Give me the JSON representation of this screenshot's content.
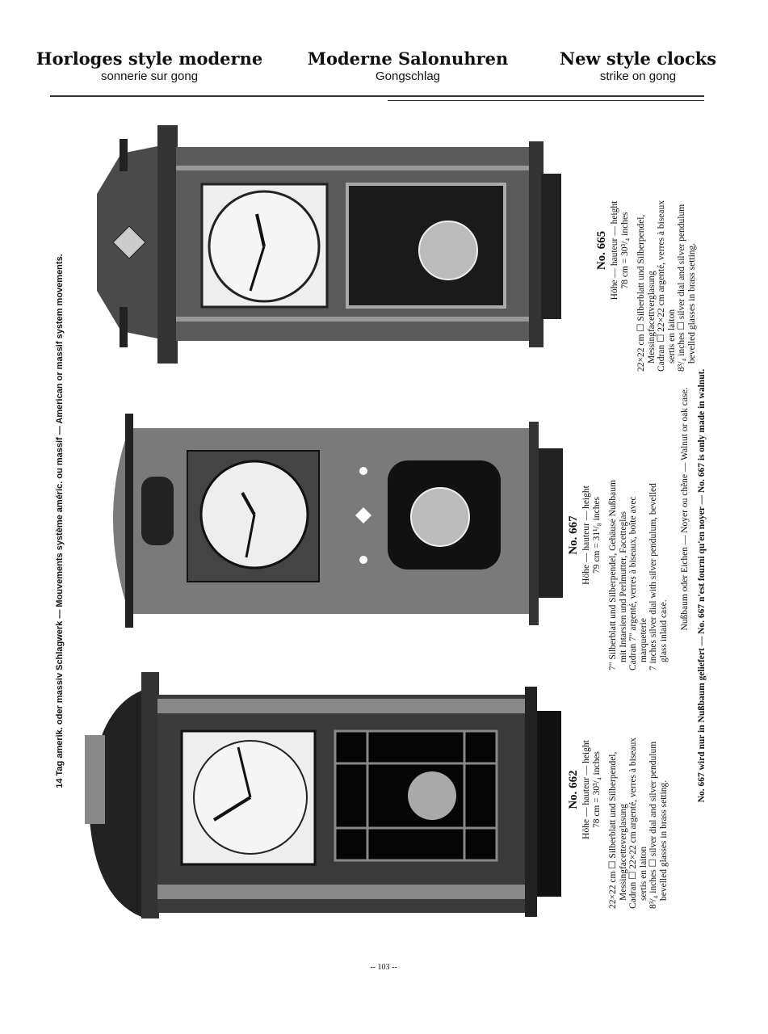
{
  "header": {
    "left": {
      "title": "Horloges style moderne",
      "subtitle": "sonnerie sur gong"
    },
    "center": {
      "title": "Moderne Salonuhren",
      "subtitle": "Gongschlag"
    },
    "right": {
      "title": "New style clocks",
      "subtitle": "strike on gong"
    }
  },
  "side_heading": "14 Tag amerik. oder massiv Schlagwerk — Mouvements système améric. ou massif — American or massif system movements.",
  "clocks": [
    {
      "number": "No. 665",
      "height_label": "Höhe — hauteur — height",
      "height_value": "78 cm = 30³/₄ inches",
      "lines": [
        "22×22 cm ☐ Silberblatt und Silberpendel,",
        "Messingfacettverglasung",
        "Cadran ☐ 22×22 cm argenté, verres à biseaux",
        "sertis en laiton",
        "8³/₄ inches ☐ silver dial and silver pendulum",
        "bevelled glasses in brass setting."
      ]
    },
    {
      "number": "No. 667",
      "height_label": "Höhe — hauteur — height",
      "height_value": "79 cm = 31¹/₈ inches",
      "lines": [
        "7\" Silberblatt und Silberpendel, Gehäuse Nußbaum",
        "mit Intarsien und Perlmutter, Facetteglas",
        "Cadran 7\" argenté, verres à biseaux, boîte avec",
        "marqueterie",
        "7 inches silver dial with silver pendulum, bevelled",
        "glass inlaid case."
      ]
    },
    {
      "number": "No. 662",
      "height_label": "Höhe — hauteur — height",
      "height_value": "78 cm = 30³/₄ inches",
      "lines": [
        "22×22 cm ☐ Silberblatt und Silberpendel,",
        "Messingfacetteverglasung",
        "Cadran ☐ 22×22 cm argenté, verres à biseaux",
        "sertis en laiton",
        "8³/₄ inches ☐ silver dial and silver pendulum",
        "bevelled glasses in brass setting."
      ]
    }
  ],
  "footer": {
    "wood_note": "Nußbaum oder Eichen — Noyer ou chêne — Walnut or oak case.",
    "walnut_note": "No. 667 wird nur in Nußbaum geliefert — No. 667 n'est fourni qu'en noyer — No. 667 is only made in walnut."
  },
  "page_number": "-- 103 --"
}
